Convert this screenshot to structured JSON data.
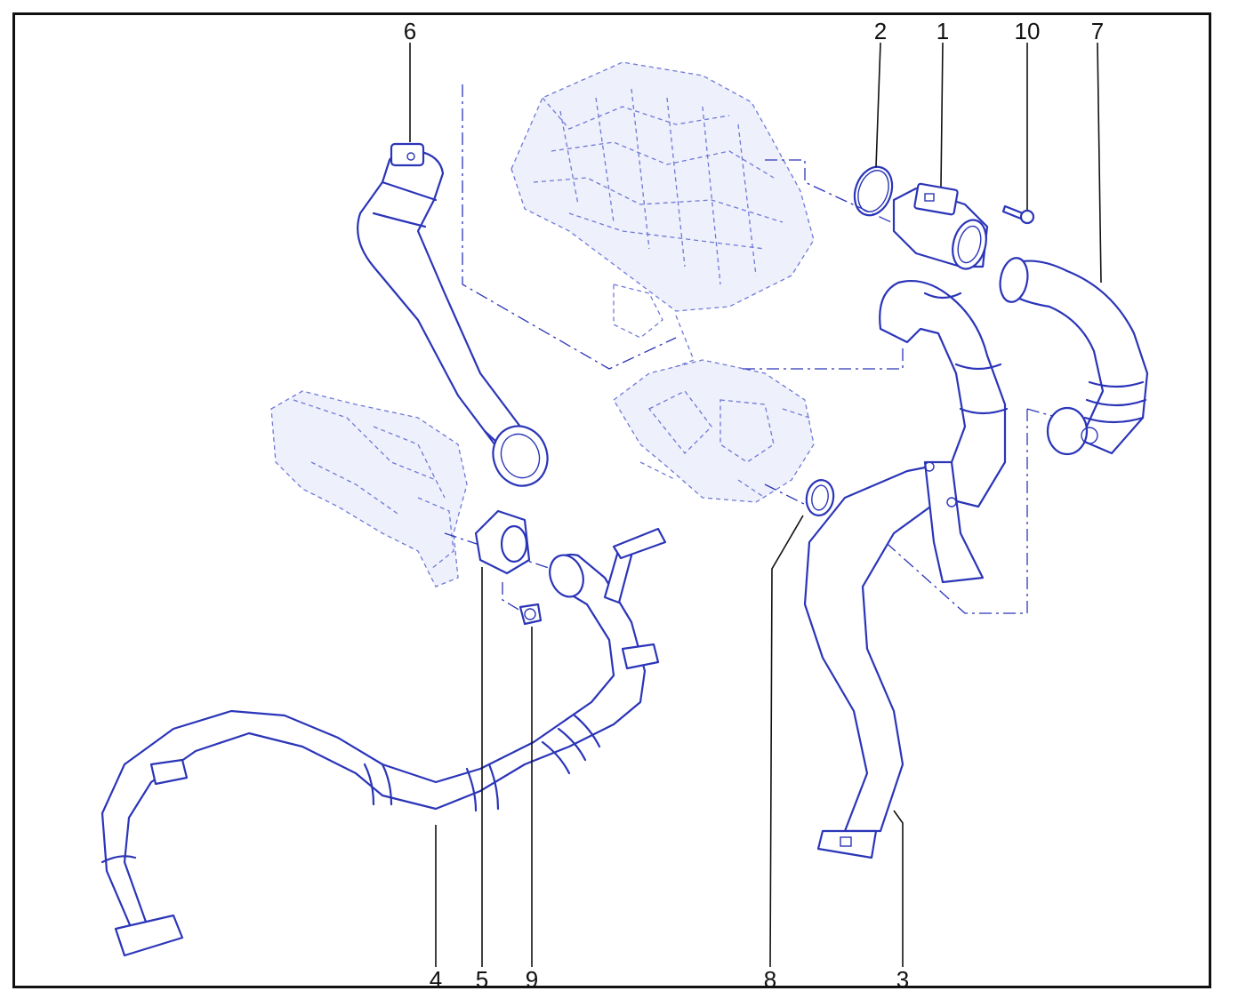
{
  "colors": {
    "line_art": "#2b35b8",
    "ghost_line_art": "#6f79d6",
    "labels": "#111111",
    "frame": "#111111",
    "background": "#ffffff"
  },
  "callouts": {
    "c1": "1",
    "c2": "2",
    "c3": "3",
    "c4": "4",
    "c5": "5",
    "c6": "6",
    "c7": "7",
    "c8": "8",
    "c9": "9",
    "c10": "10"
  }
}
